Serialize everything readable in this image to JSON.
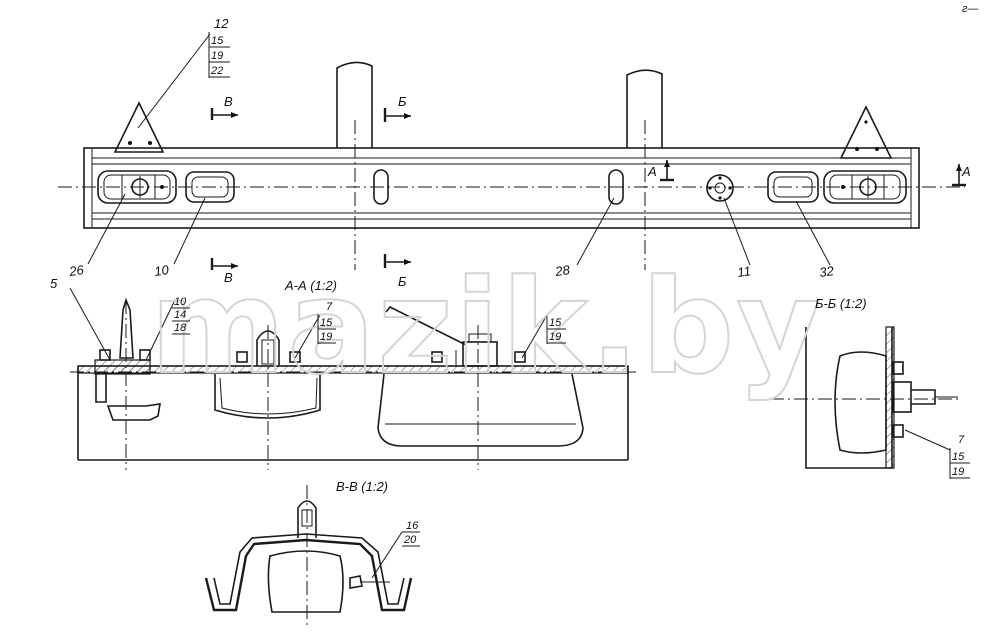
{
  "watermark": "mazik.by",
  "corner_mark": "г—",
  "callouts": {
    "c12": [
      "12",
      "15",
      "19",
      "22"
    ],
    "c26": "26",
    "c10": "10",
    "c28": "28",
    "c11": "11",
    "c32": "32",
    "c5": "5",
    "c10b": [
      "10",
      "14",
      "18"
    ],
    "c7a": [
      "7",
      "15",
      "19"
    ],
    "c15": [
      "15",
      "19"
    ],
    "c7b": [
      "7",
      "15",
      "19"
    ],
    "c16": [
      "16",
      "20"
    ]
  },
  "section_marks": {
    "v_top": "В",
    "v_bottom": "В",
    "b_top": "Б",
    "b_bottom": "Б",
    "a_left": "А",
    "a_right": "А"
  },
  "section_titles": {
    "aa": "А-А (1:2)",
    "bb": "Б-Б (1:2)",
    "vv": "В-В (1:2)"
  }
}
